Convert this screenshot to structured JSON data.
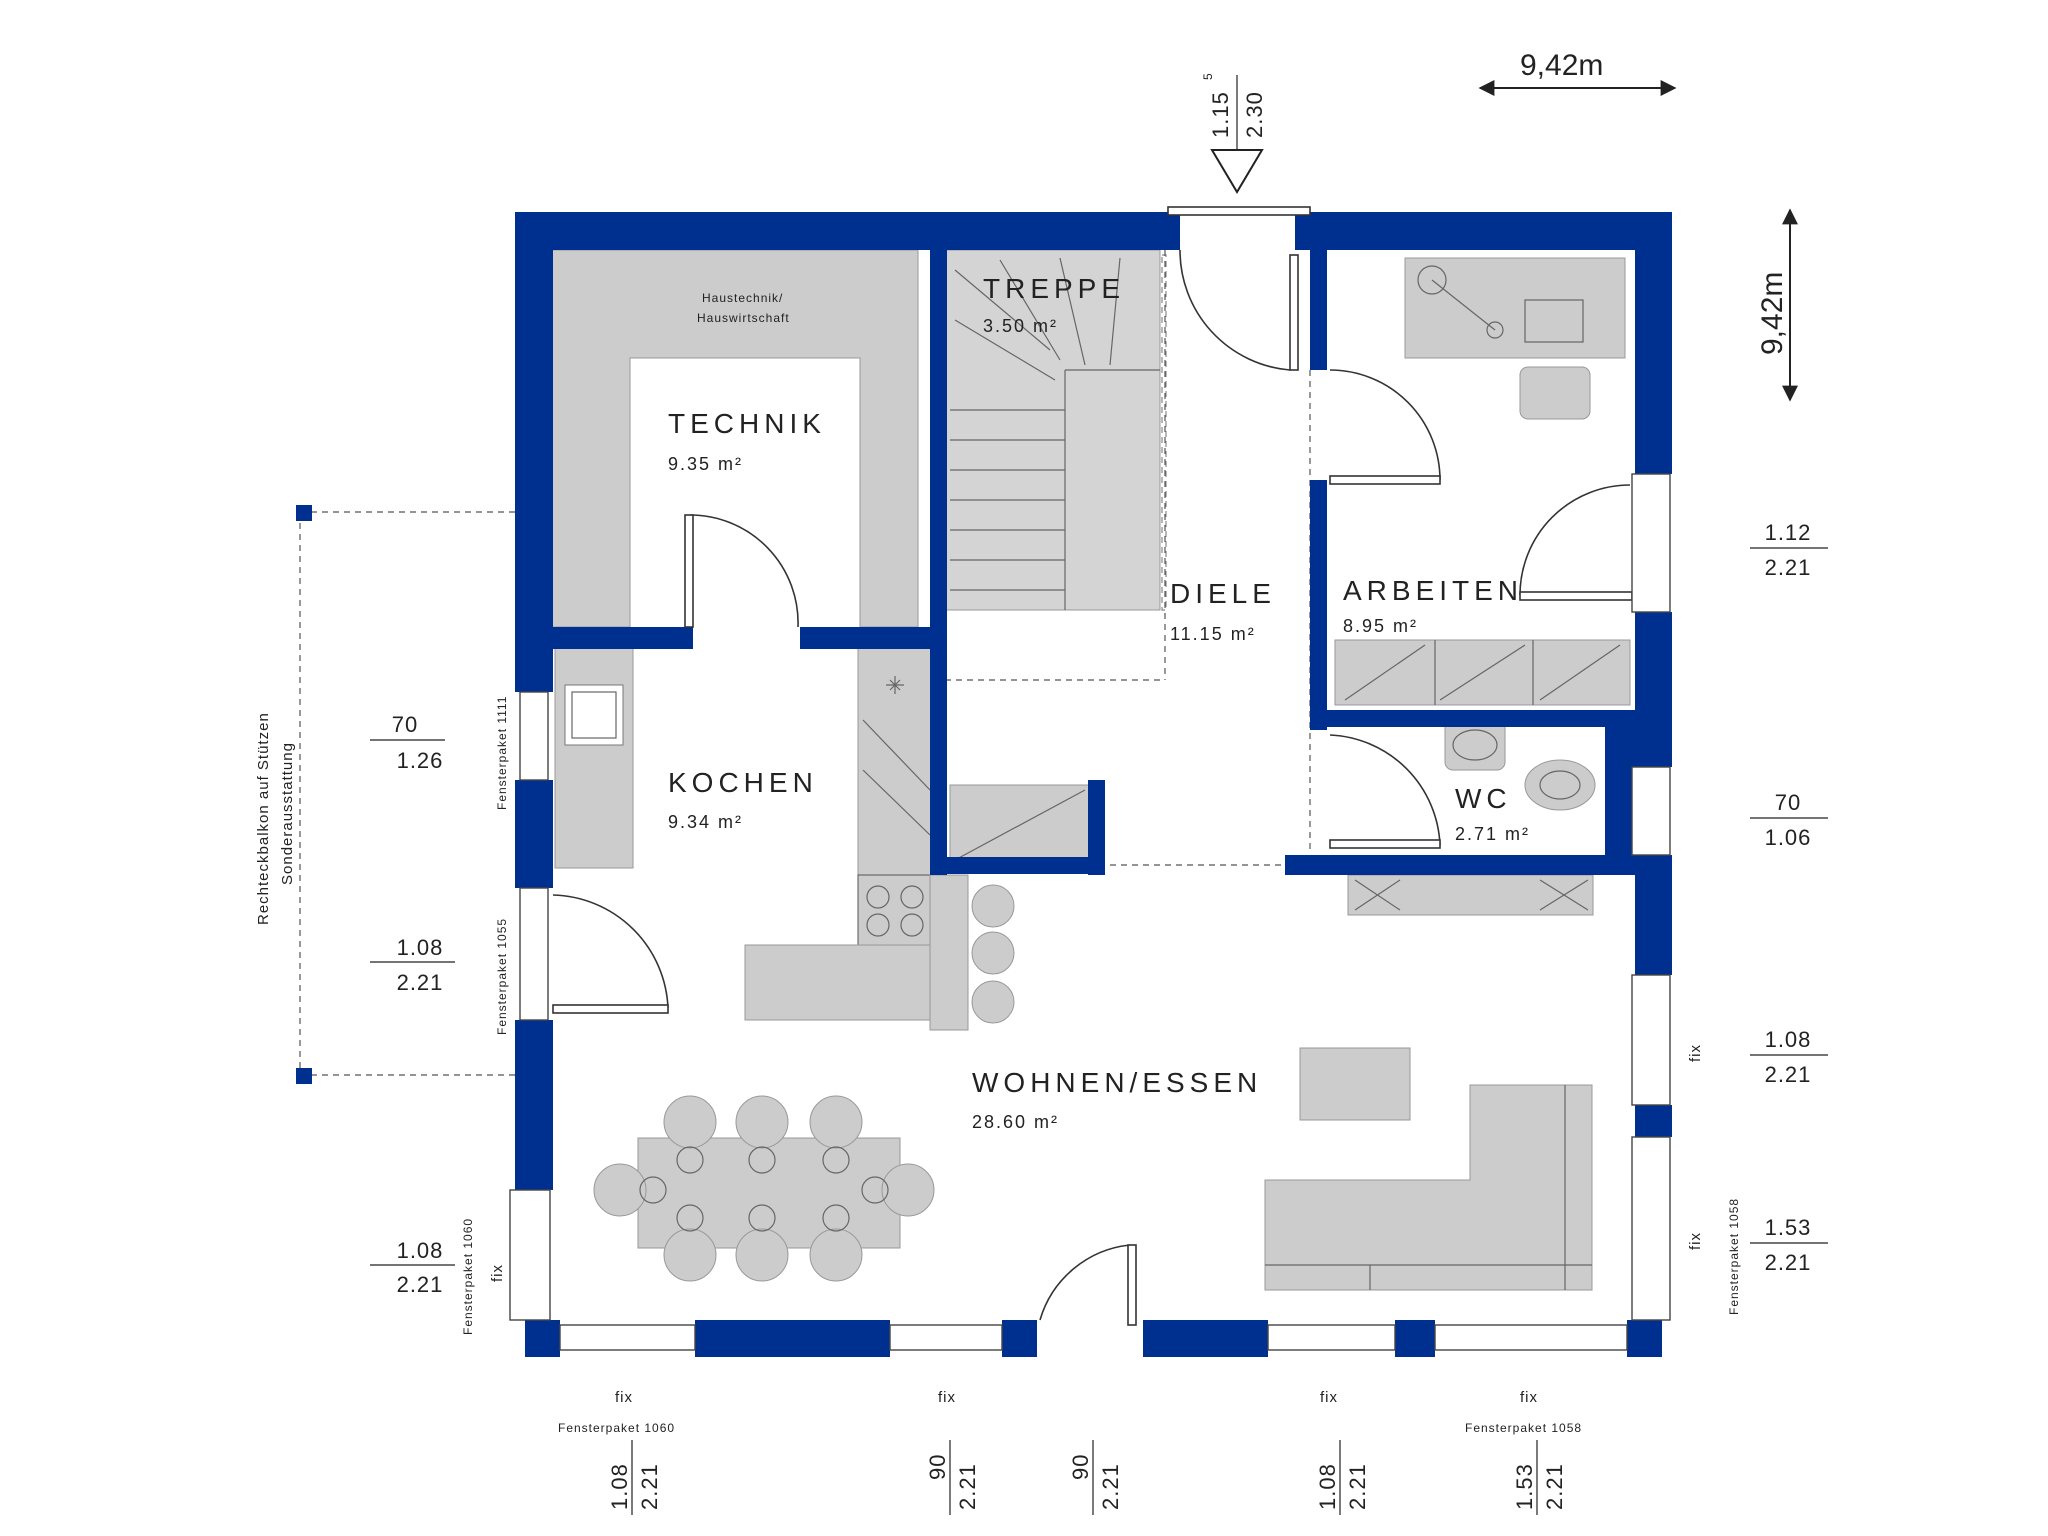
{
  "colors": {
    "wall": "#00308f",
    "furniture": "#cccccc",
    "line": "#333333",
    "background": "#ffffff"
  },
  "scale": {
    "width": "9,42m",
    "height": "9,42m"
  },
  "entrance": {
    "top": "1.15",
    "top_sup": "5",
    "bottom": "2.30"
  },
  "rooms": {
    "technik_note": [
      "Haustechnik/",
      "Hauswirtschaft"
    ],
    "technik": {
      "name": "TECHNIK",
      "area": "9.35 m²"
    },
    "treppe": {
      "name": "TREPPE",
      "area": "3.50 m²"
    },
    "diele": {
      "name": "DIELE",
      "area": "11.15 m²"
    },
    "arbeiten": {
      "name": "ARBEITEN",
      "area": "8.95 m²"
    },
    "kochen": {
      "name": "KOCHEN",
      "area": "9.34 m²"
    },
    "wc": {
      "name": "WC",
      "area": "2.71 m²"
    },
    "wohnen": {
      "name": "WOHNEN/ESSEN",
      "area": "28.60 m²"
    }
  },
  "balcony_note": [
    "Rechteckbalkon auf Stützen",
    "Sonderausstattung"
  ],
  "left_dims": [
    {
      "top": "70",
      "bottom": "1.26"
    },
    {
      "top": "1.08",
      "bottom": "2.21"
    },
    {
      "top": "1.08",
      "bottom": "2.21"
    }
  ],
  "right_dims": [
    {
      "top": "1.12",
      "bottom": "2.21"
    },
    {
      "top": "70",
      "bottom": "1.06"
    },
    {
      "top": "1.08",
      "bottom": "2.21"
    },
    {
      "top": "1.53",
      "bottom": "2.21"
    }
  ],
  "bottom_dims": [
    {
      "top": "1.08",
      "bottom": "2.21"
    },
    {
      "top": "90",
      "bottom": "2.21"
    },
    {
      "top": "90",
      "bottom": "2.21"
    },
    {
      "top": "1.08",
      "bottom": "2.21"
    },
    {
      "top": "1.53",
      "bottom": "2.21"
    }
  ],
  "window_labels": {
    "fix": "fix",
    "fp1111": "Fensterpaket 1111",
    "fp1055": "Fensterpaket 1055",
    "fp1060_left": "Fensterpaket 1060",
    "fp1060_bottom": "Fensterpaket 1060",
    "fp1058_bottom": "Fensterpaket 1058",
    "fp1058_right": "Fensterpaket 1058"
  }
}
